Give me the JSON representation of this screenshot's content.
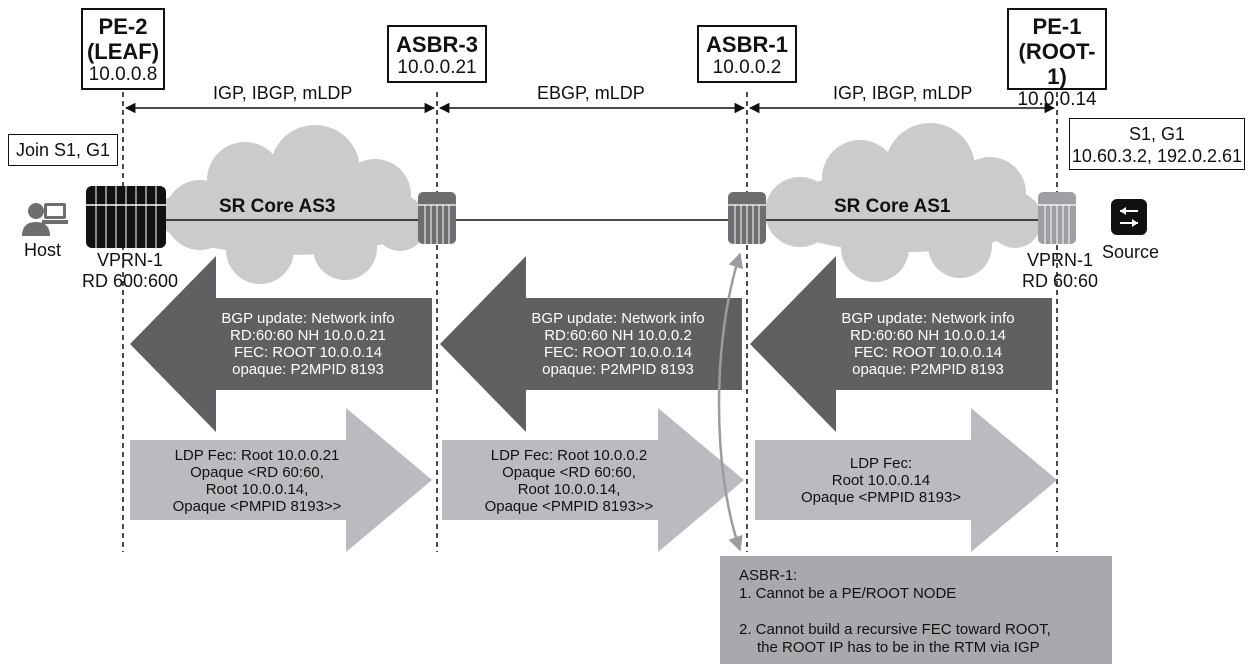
{
  "nodes": {
    "pe2": {
      "name1": "PE-2",
      "name2": "(LEAF)",
      "ip": "10.0.0.8"
    },
    "asbr3": {
      "name1": "ASBR-3",
      "ip": "10.0.0.21"
    },
    "asbr1": {
      "name1": "ASBR-1",
      "ip": "10.0.0.2"
    },
    "pe1": {
      "name1": "PE-1",
      "name2": "(ROOT-1)",
      "ip": "10.0.0.14"
    }
  },
  "segments": {
    "left": "IGP, IBGP, mLDP",
    "middle": "EBGP, mLDP",
    "right": "IGP, IBGP, mLDP"
  },
  "join_box": "Join S1, G1",
  "source_box": {
    "line1": "S1, G1",
    "line2": "10.60.3.2, 192.0.2.61"
  },
  "clouds": {
    "left": "SR Core AS3",
    "right": "SR Core AS1"
  },
  "host_label": "Host",
  "source_label": "Source",
  "vprn_left": {
    "line1": "VPRN-1",
    "line2": "RD 600:600"
  },
  "vprn_right": {
    "line1": "VPRN-1",
    "line2": "RD 60:60"
  },
  "bgp_updates": [
    {
      "l1": "BGP update: Network info",
      "l2": "RD:60:60 NH 10.0.0.21",
      "l3": "FEC: ROOT 10.0.0.14",
      "l4": "opaque: P2MPID 8193"
    },
    {
      "l1": "BGP update: Network info",
      "l2": "RD:60:60 NH 10.0.0.2",
      "l3": "FEC: ROOT 10.0.0.14",
      "l4": "opaque: P2MPID 8193"
    },
    {
      "l1": "BGP update: Network info",
      "l2": "RD:60:60 NH 10.0.0.14",
      "l3": "FEC: ROOT 10.0.0.14",
      "l4": "opaque: P2MPID 8193"
    }
  ],
  "ldp_fecs": [
    {
      "l1": "LDP Fec: Root 10.0.0.21",
      "l2": "Opaque <RD 60:60,",
      "l3": "Root 10.0.0.14,",
      "l4": "Opaque <PMPID 8193>>"
    },
    {
      "l1": "LDP Fec: Root 10.0.0.2",
      "l2": "Opaque <RD 60:60,",
      "l3": "Root 10.0.0.14,",
      "l4": "Opaque <PMPID 8193>>"
    },
    {
      "l1": "LDP Fec:",
      "l2": "Root 10.0.0.14",
      "l3": "Opaque <PMPID 8193>",
      "l4": ""
    }
  ],
  "note": {
    "title": "ASBR-1:",
    "item1": "1. Cannot be a PE/ROOT NODE",
    "item2a": "2. Cannot build a recursive FEC toward ROOT,",
    "item2b": "the ROOT IP has to be in the RTM via IGP"
  },
  "colors": {
    "dark_arrow": "#5f6062",
    "light_arrow": "#b9bbbe",
    "note_bg": "#a7a9ac",
    "cloud": "#c9cbcd"
  }
}
